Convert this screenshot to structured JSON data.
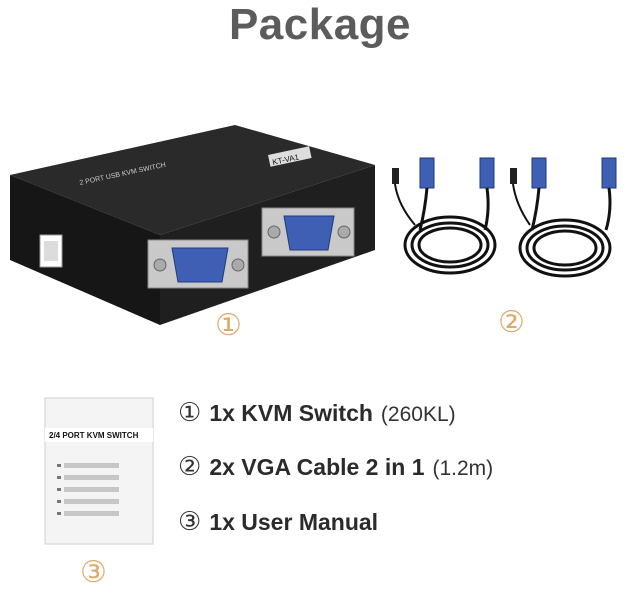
{
  "title": "Package",
  "labels": {
    "circle1": "①",
    "circle2": "②",
    "circle3": "③"
  },
  "device": {
    "top_label": "2 PORT USB KVM SWITCH",
    "side_label": "KT-VA1"
  },
  "manual": {
    "title": "2/4 PORT KVM SWITCH"
  },
  "items": [
    {
      "num": "①",
      "main": "1x KVM Switch",
      "sub": "(260KL)"
    },
    {
      "num": "②",
      "main": "2x VGA Cable 2 in 1",
      "sub": "(1.2m)"
    },
    {
      "num": "③",
      "main": "1x User Manual",
      "sub": ""
    }
  ],
  "colors": {
    "accent": "#e0a96d",
    "device_body": "#1b1b1b",
    "vga_blue": "#3f5fb5"
  }
}
